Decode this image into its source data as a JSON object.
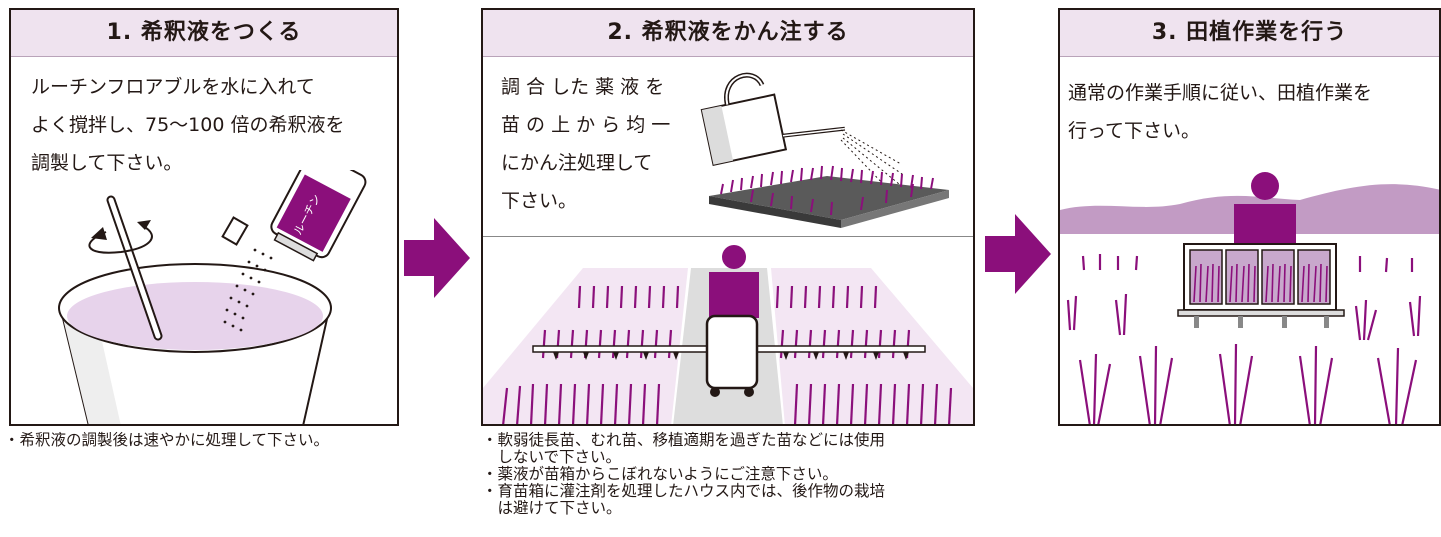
{
  "steps": [
    {
      "title": "1. 希釈液をつくる",
      "lines": [
        "ルーチンフロアブルを水に入れて",
        "よく撹拌し、75〜100 倍の希釈液を",
        "調製して下さい。"
      ]
    },
    {
      "title": "2. 希釈液をかん注する",
      "lines": [
        "調 合 した 薬 液 を",
        "苗 の 上 か ら 均 一",
        "にかん注処理して",
        "下さい。"
      ]
    },
    {
      "title": "3. 田植作業を行う",
      "lines": [
        "通常の作業手順に従い、田植作業を",
        "行って下さい。"
      ]
    }
  ],
  "bottle_label": "ルーチン",
  "notes_step1": [
    "・希釈液の調製後は速やかに処理して下さい。"
  ],
  "notes_step2": [
    "・軟弱徒長苗、むれ苗、移植適期を過ぎた苗などには使用",
    "　しないで下さい。",
    "・薬液が苗箱からこぼれないようにご注意下さい。",
    "・育苗箱に灌注剤を処理したハウス内では、後作物の栽培",
    "　は避けて下さい。"
  ],
  "colors": {
    "accent": "#8b0f7b",
    "title_bg": "#efe3ef",
    "liquid": "#e7d3eb",
    "mountain": "#c29bc4"
  }
}
